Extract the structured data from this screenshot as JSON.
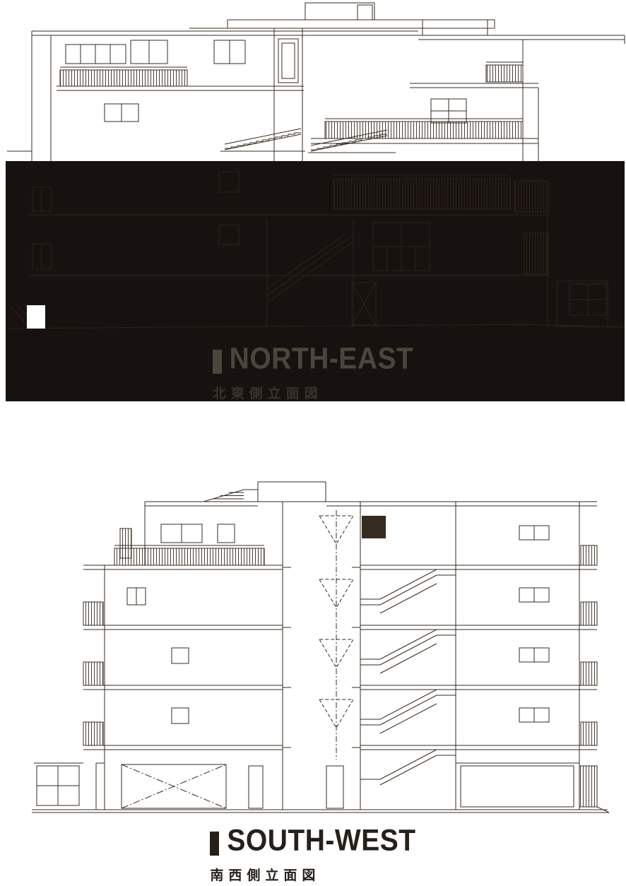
{
  "colors": {
    "paper": "#ffffff",
    "ink": "#362b21",
    "blackout": "#171210",
    "faint_ink": "#2e2318",
    "ne_title": "#4b453c",
    "ne_subtitle": "#3a332b",
    "sw_title": "#26201a"
  },
  "sections": {
    "north_east": {
      "title": "NORTH-EAST",
      "subtitle": "北東側立面図"
    },
    "south_west": {
      "title": "SOUTH-WEST",
      "subtitle": "南西側立面図"
    }
  }
}
